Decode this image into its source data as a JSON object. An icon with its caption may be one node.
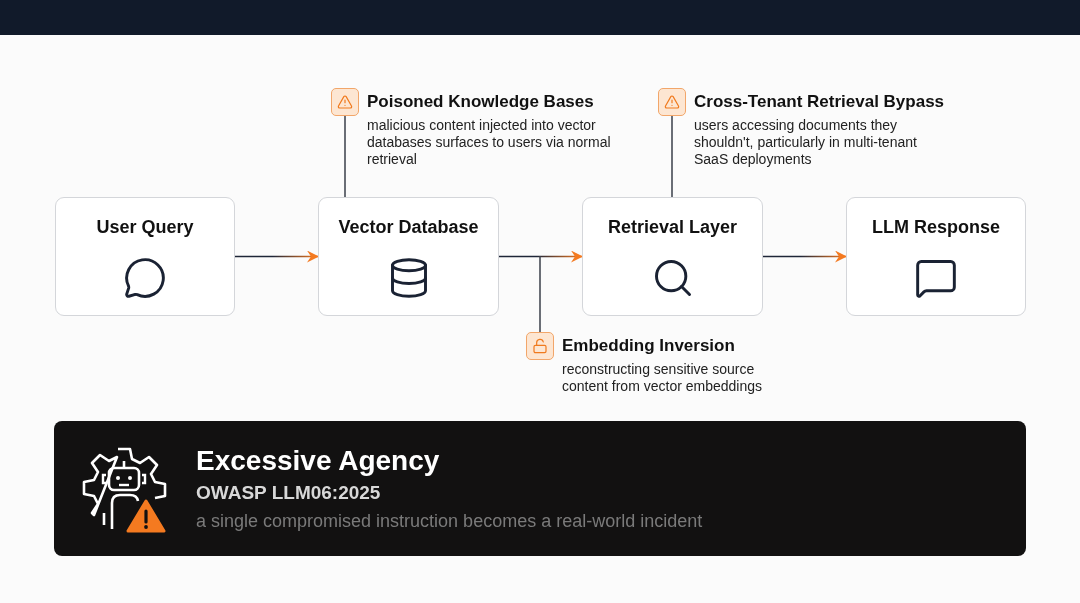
{
  "diagram": {
    "nodes": [
      {
        "text": [
          "User Query"
        ]
      },
      {
        "text": [
          "Vector Database"
        ]
      },
      {
        "text": [
          "Retrieval Layer"
        ]
      },
      {
        "text": [
          "LLM Response"
        ]
      },
      {
        "text": [
          "Poisoned Knowledge Bases",
          "malicious content injected into vector databases surfaces to users via normal retrieval"
        ]
      },
      {
        "text": [
          "Cross-Tenant Retrieval Bypass",
          "users accessing documents they shouldn't, particularly in multi-tenant SaaS deployments"
        ]
      },
      {
        "text": [
          "Embedding Inversion",
          "reconstructing sensitive source content from vector embeddings"
        ]
      },
      {
        "text": [
          "Excessive Agency",
          "OWASP LLM06:2025",
          "a single compromised instruction becomes a real-world incident"
        ]
      }
    ],
    "edges": [
      {
        "from": 0,
        "to": 1,
        "arrow": "to"
      },
      {
        "from": 1,
        "to": 2,
        "arrow": "to"
      },
      {
        "from": 2,
        "to": 3,
        "arrow": "to"
      },
      {
        "from": 4,
        "to": 1,
        "arrow": "none"
      },
      {
        "from": 5,
        "to": 2,
        "arrow": "none"
      },
      {
        "from": 6,
        "to": null,
        "arrow": "none"
      }
    ]
  }
}
